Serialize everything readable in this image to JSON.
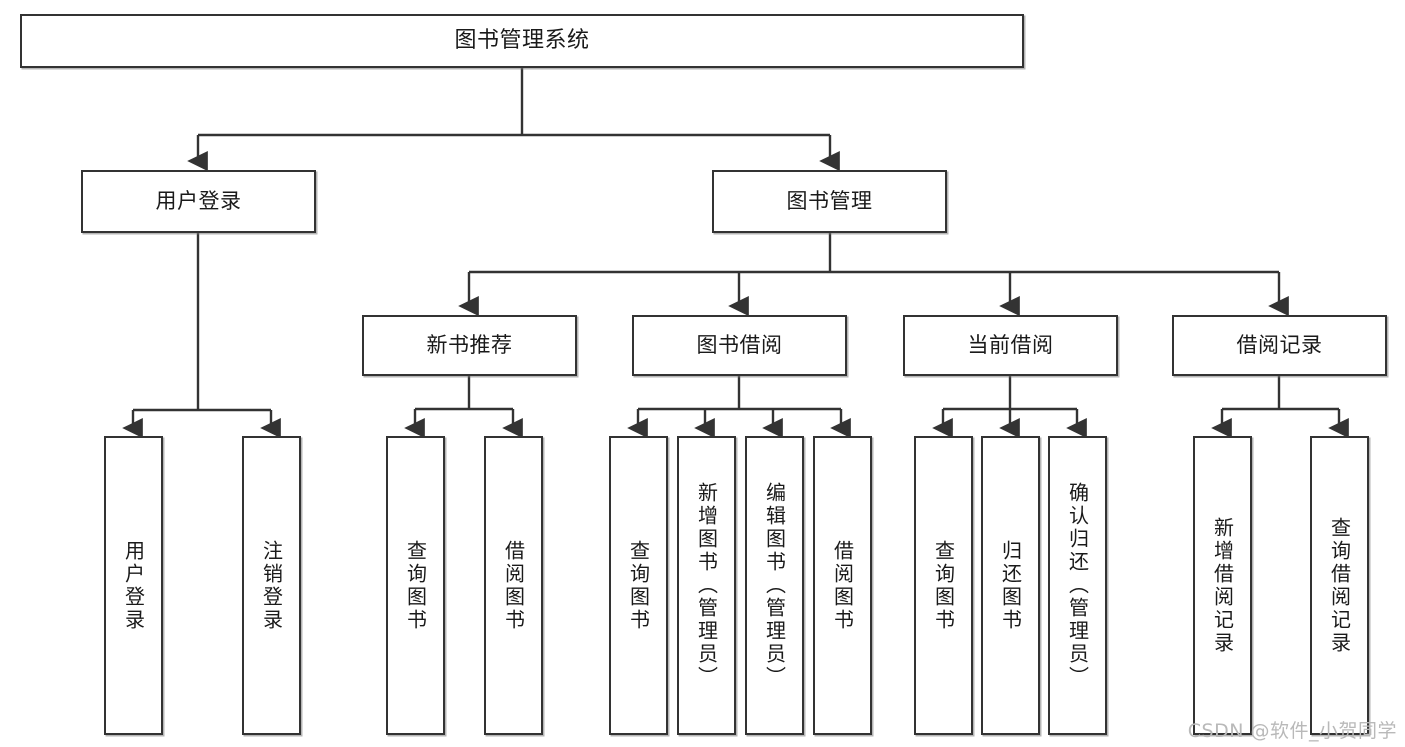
{
  "diagram": {
    "title": "图书管理系统",
    "watermark": "CSDN @软件_小贺同学",
    "accent_color": "#333333",
    "background_color": "#ffffff",
    "text_color": "#1a1a1a",
    "root": {
      "label": "图书管理系统"
    },
    "level2": [
      {
        "label": "用户登录"
      },
      {
        "label": "图书管理"
      }
    ],
    "level3": [
      {
        "label": "新书推荐"
      },
      {
        "label": "图书借阅"
      },
      {
        "label": "当前借阅"
      },
      {
        "label": "借阅记录"
      }
    ],
    "leaves": [
      {
        "label": "用户登录"
      },
      {
        "label": "注销登录"
      },
      {
        "label": "查询图书"
      },
      {
        "label": "借阅图书"
      },
      {
        "label": "查询图书"
      },
      {
        "label": "新增图书（管理员）"
      },
      {
        "label": "编辑图书（管理员）"
      },
      {
        "label": "借阅图书"
      },
      {
        "label": "查询图书"
      },
      {
        "label": "归还图书"
      },
      {
        "label": "确认归还（管理员）"
      },
      {
        "label": "新增借阅记录"
      },
      {
        "label": "查询借阅记录"
      }
    ]
  }
}
